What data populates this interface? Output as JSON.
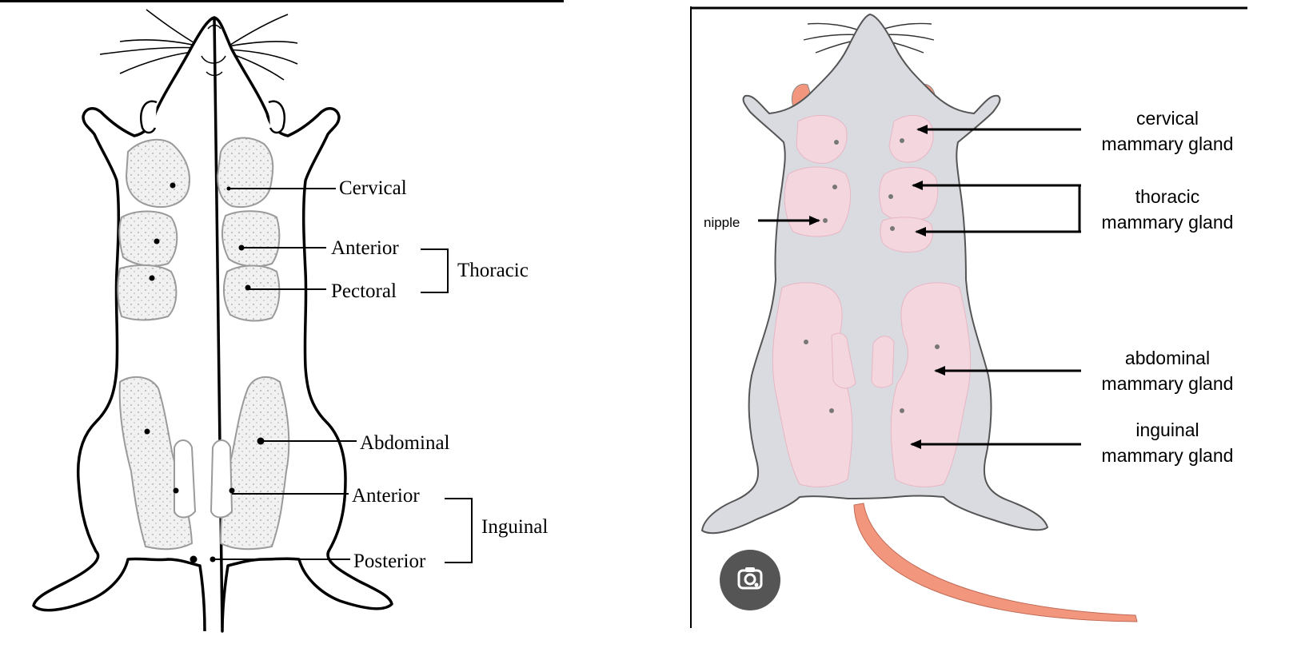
{
  "left_diagram": {
    "labels": {
      "cervical": "Cervical",
      "thoracic_anterior": "Anterior",
      "thoracic_pectoral": "Pectoral",
      "thoracic_group": "Thoracic",
      "abdominal": "Abdominal",
      "inguinal_anterior": "Anterior",
      "inguinal_posterior": "Posterior",
      "inguinal_group": "Inguinal"
    }
  },
  "right_diagram": {
    "labels": {
      "nipple": "nipple",
      "cervical_1": "cervical",
      "cervical_2": "mammary gland",
      "thoracic_1": "thoracic",
      "thoracic_2": "mammary gland",
      "abdominal_1": "abdominal",
      "abdominal_2": "mammary gland",
      "inguinal_1": "inguinal",
      "inguinal_2": "mammary gland"
    },
    "colors": {
      "body": "#d9dbe0",
      "gland": "#f4d6df",
      "ear_tail": "#f2977d"
    }
  },
  "visual_search_button": {
    "icon": "lens-camera-icon"
  }
}
